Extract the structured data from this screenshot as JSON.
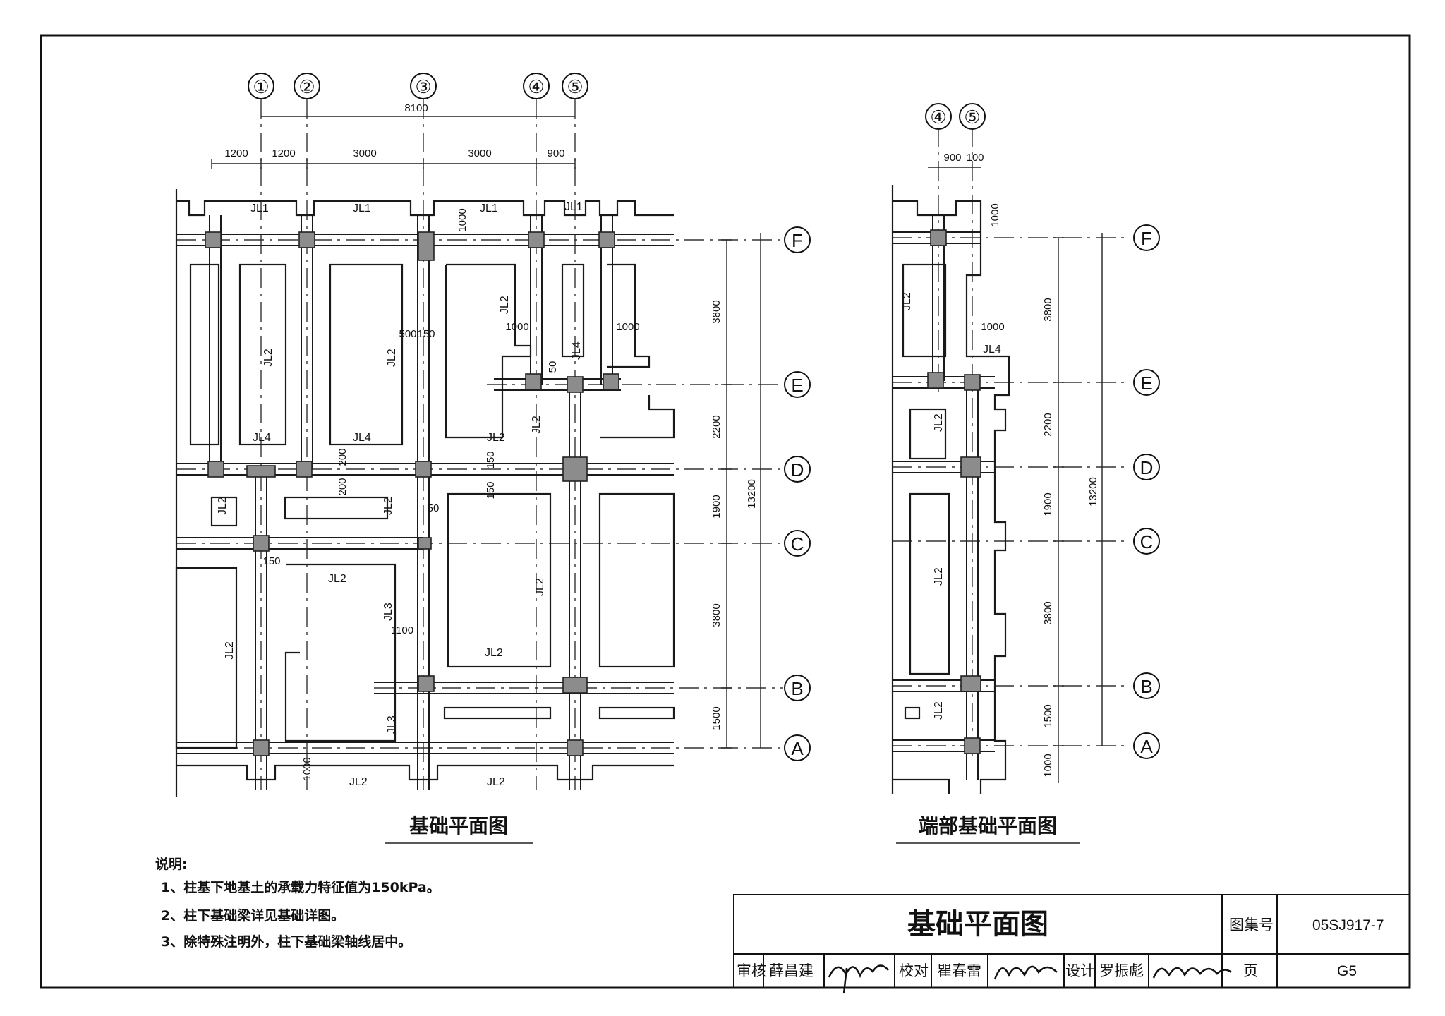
{
  "plan": {
    "title": "基础平面图",
    "span_top": "8100",
    "dims_top": [
      "1200",
      "1200",
      "3000",
      "3000",
      "900"
    ],
    "axis_cols": [
      "①",
      "②",
      "③",
      "④",
      "⑤"
    ],
    "axis_rows": [
      "F",
      "E",
      "D",
      "C",
      "B",
      "A"
    ],
    "dims_right": [
      "3800",
      "2200",
      "1900",
      "3800",
      "1500"
    ],
    "span_right": "13200",
    "beam_labels": [
      "JL1",
      "JL2",
      "JL3",
      "JL4"
    ],
    "misc_dims": [
      "1000",
      "500",
      "150",
      "200",
      "50",
      "1100"
    ]
  },
  "end_plan": {
    "title": "端部基础平面图",
    "axis_cols": [
      "④",
      "⑤"
    ],
    "dims_top": [
      "900",
      "100"
    ],
    "axis_rows": [
      "F",
      "E",
      "D",
      "C",
      "B",
      "A"
    ],
    "dims_right": [
      "3800",
      "2200",
      "1900",
      "3800",
      "1500"
    ],
    "span_right": "13200",
    "misc_dims": [
      "1000",
      "1000",
      "1000"
    ]
  },
  "notes": {
    "heading": "说明:",
    "items": [
      "1、柱基下地基土的承载力特征值为150kPa。",
      "2、柱下基础梁详见基础详图。",
      "3、除特殊注明外，柱下基础梁轴线居中。"
    ]
  },
  "title_block": {
    "title": "基础平面图",
    "atlas_label": "图集号",
    "atlas_value": "05SJ917-7",
    "page_label": "页",
    "page_value": "G5",
    "review_label": "审核",
    "reviewer": "薛昌建",
    "check_label": "校对",
    "checker": "瞿春雷",
    "design_label": "设计",
    "designer": "罗振彪"
  }
}
